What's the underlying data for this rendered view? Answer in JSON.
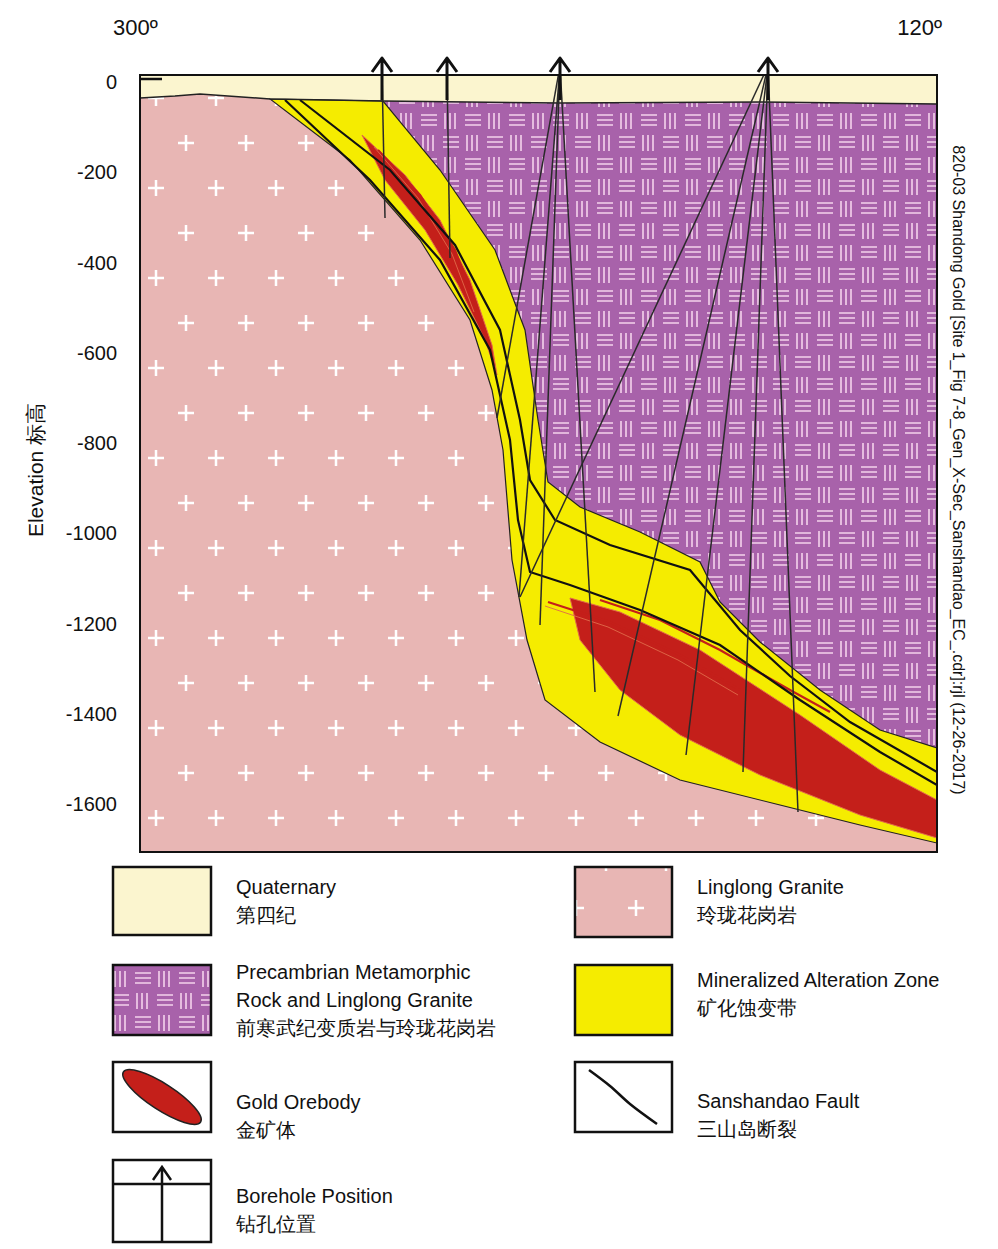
{
  "diagram": {
    "labels": [
      "300º",
      "120º",
      "0",
      "-200",
      "-400",
      "-600",
      "-800",
      "-1000",
      "-1200",
      "-1400",
      "-1600",
      "Elevation 标高",
      "820-03 Shandong Gold [Site 1_Fig 7-8_Gen_X-Sec_Sanshandao_EC_.cdr]:rjl (12-26-2017)"
    ],
    "legend": [
      {
        "text": "Quaternary 第四纪",
        "color": "#fbf5cf"
      },
      {
        "text": "Linglong Granite 玲珑花岗岩",
        "color": "#e8b6b4"
      },
      {
        "text": "Precambrian Metamorphic Rock and Linglong Granite 前寒武纪变质岩与玲珑花岗岩",
        "color": "#a862aa"
      },
      {
        "text": "Mineralized Alteration Zone 矿化蚀变带",
        "color": "#f5ec00"
      },
      {
        "text": "Gold Orebody 金矿体"
      },
      {
        "text": "Sanshandao Fault 三山岛断裂"
      },
      {
        "text": "Borehole Position 钻孔位置"
      }
    ]
  }
}
